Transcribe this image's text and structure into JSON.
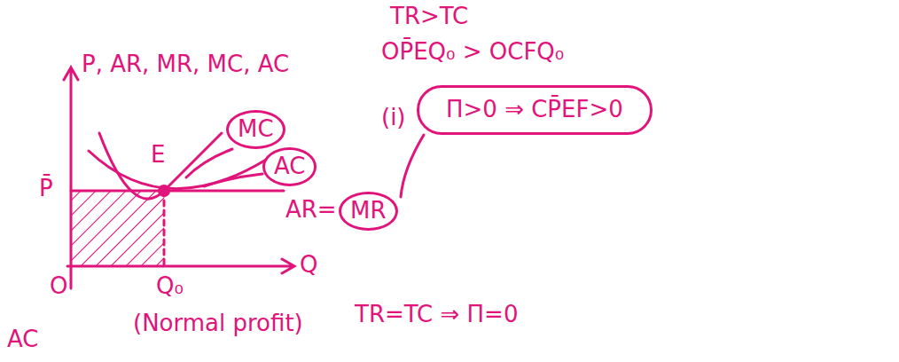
{
  "diagram": {
    "nodes": [
      {
        "text": [
          "MC"
        ]
      },
      {
        "text": [
          "AC"
        ]
      },
      {
        "text": [
          "MR"
        ]
      },
      {
        "text": [
          "Π>0 ⇒ CP̄EF>0"
        ]
      }
    ],
    "labels": [
      "TR>TC",
      "P, AR, MR, MC, AC",
      "OP̄EQ₀ > OCFQ₀",
      "(i)",
      "E",
      "P̄",
      "AR=",
      "Q",
      "O",
      "Q₀",
      "(Normal profit)",
      "TR=TC ⇒ Π=0",
      "AC"
    ]
  }
}
